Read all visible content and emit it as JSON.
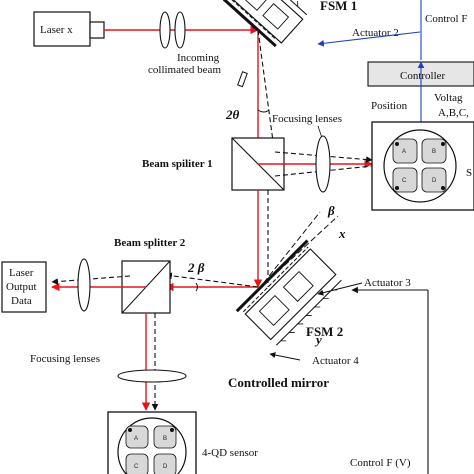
{
  "labels": {
    "laser_x": "Laser x",
    "incoming_beam_line1": "Incoming",
    "incoming_beam_line2": "collimated beam",
    "fsm1": "FSM  1",
    "actuator2": "Actuator  2",
    "control_top": "Control F",
    "controller": "Controller",
    "voltage_line1": "Voltag",
    "voltage_line2": "A,B,C,",
    "position": "Position",
    "two_theta": "2θ",
    "focusing_lenses_top": "Focusing lenses",
    "beam_splitter1": "Beam spiliter 1",
    "psd_side_letter": "S",
    "beta": "β",
    "beam_splitter2": "Beam splitter 2",
    "two_beta": "2 β",
    "laser_output_line1": "Laser",
    "laser_output_line2": "Output",
    "laser_output_line3": "Data",
    "actuator3": "Actuator 3",
    "fsm2": "FSM 2",
    "actuator4": "Actuator 4",
    "focusing_lenses_bottom": "Focusing lenses",
    "controlled_mirror": "Controlled mirror",
    "qd_sensor": "4-QD sensor",
    "control_bottom": "Control F (V)",
    "axis_x": "x",
    "axis_y": "y"
  },
  "quadrants": [
    "A",
    "B",
    "C",
    "D"
  ],
  "colors": {
    "laser_beam": "#e8141b",
    "reflected_beam": "#111111",
    "control_line": "#1f3fbf",
    "lens_fill": "#ffffff",
    "controller_fill": "#e6e6e6",
    "quadrant_fill": "#d8d8d8"
  }
}
